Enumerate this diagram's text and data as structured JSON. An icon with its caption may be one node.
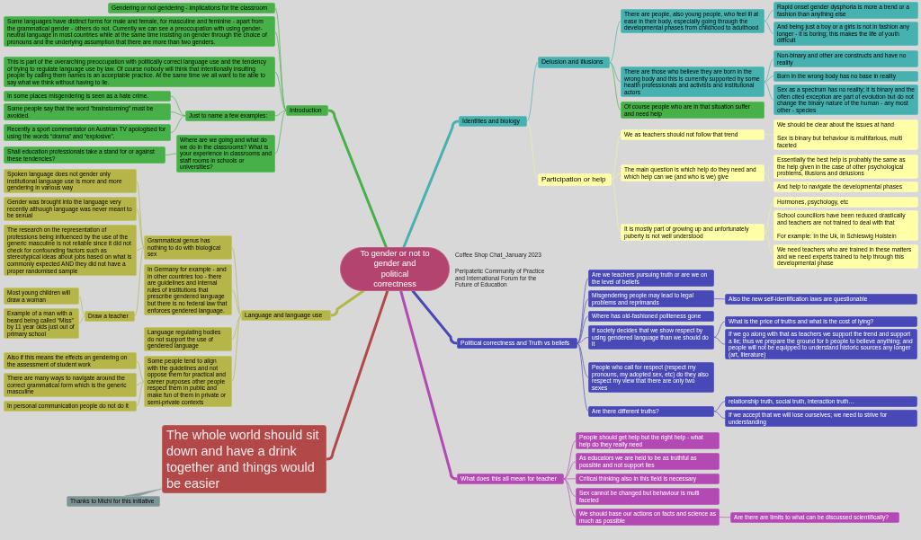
{
  "diagram": {
    "nodes": [
      {
        "text": [
          "To gender or not to gender and political correctness"
        ]
      },
      {
        "text": [
          "Introduction"
        ]
      },
      {
        "text": [
          "Gendering or not gendering - implications for the classroom"
        ]
      },
      {
        "text": [
          "Some languages have distinct forms for male and female, for masculine and feminine - apart from the grammatical gender - others do not. Currently we can see a preoccupation with using gender-neutral language in most countries while at the same time insisting on gender through the choice of pronouns and the underlying assumption that there are more than two genders."
        ]
      },
      {
        "text": [
          "This is part of the overarching preoccupation with politically correct language use and the tendency of trying to regulate language use by law. Of course nobody will think that intentionally insulting people by calling them names is an acceptable practice. At the same time we all want to be able to say what we think without having to lie."
        ]
      },
      {
        "text": [
          "Just to name a few examples:"
        ]
      },
      {
        "text": [
          "In some places misgendering is seen as a hate crime."
        ]
      },
      {
        "text": [
          "Some people say that the word “brainstorming” must be avoided."
        ]
      },
      {
        "text": [
          "Recently a sport commentator on Austrian TV apologised for using the words “drama” and “explosive”."
        ]
      },
      {
        "text": [
          "Where are we going and what do we do in the classrooms? What is your experience in classrooms and staff rooms in schools or universities?"
        ]
      },
      {
        "text": [
          "Shall education professionals take a stand for or against these tendencies?"
        ]
      },
      {
        "text": [
          "Language and language use"
        ]
      },
      {
        "text": [
          "Grammatical genus has nothing to do with biological sex"
        ]
      },
      {
        "text": [
          "Spoken language does not gender only institutional language use is more and more gendering in various way"
        ]
      },
      {
        "text": [
          "Gender was brought into the language very recently although language was never meant to be sexual"
        ]
      },
      {
        "text": [
          "The research on the representation of professions being influenced by the use of the generic masculine is not reliable since it did not check for confounding factors such as stereotypical ideas about jobs based on what is commonly expected AND they did not have a proper randomised sample"
        ]
      },
      {
        "text": [
          "Draw a teacher"
        ]
      },
      {
        "text": [
          "Most young children will draw a woman"
        ]
      },
      {
        "text": [
          "Example of a man with a beard being called “Miss” by 11 year olds just out of primary school"
        ]
      },
      {
        "text": [
          "In Germany for example - and in other countries too - there are guidelines and internal rules of institutions that prescribe gendered language but there is no federal law that enforces gendered language."
        ]
      },
      {
        "text": [
          "Language regulating bodies do not support the use of gendered language"
        ]
      },
      {
        "text": [
          "Some people tend to align with the guidelines and not oppose them for practical and career purposes other people respect them in public and make fun of them in private or semi-private contexts"
        ]
      },
      {
        "text": [
          "Also if this means the effects on gendering on the assessment of student work"
        ]
      },
      {
        "text": [
          "There are many ways to navigate around the correct grammatical form which is the generic masculine"
        ]
      },
      {
        "text": [
          "In personal communication people do not do it"
        ]
      },
      {
        "text": [
          "The whole world should sit down and have a drink together and things would be easier"
        ]
      },
      {
        "text": [
          "Thanks to Michi for this initiative"
        ]
      },
      {
        "text": [
          "Identities and biology"
        ]
      },
      {
        "text": [
          "Delusion and illusions"
        ]
      },
      {
        "text": [
          "There are people, also young people, who feel ill at ease in their body, especially going through the developmental phases from childhood to adulthood"
        ]
      },
      {
        "text": [
          "Rapid onset gender dysphoria is more a trend or a fashion than anything else"
        ]
      },
      {
        "text": [
          "And being just a boy or a girls is not in fashion any longer - it is boring; this makes the life of youth difficult"
        ]
      },
      {
        "text": [
          "There are those who believe they are born in the wrong body and this is currently supported by some health professionals and activists and institutional actors"
        ]
      },
      {
        "text": [
          "Non-binary and other are constructs and have no reality"
        ]
      },
      {
        "text": [
          "Born in the wrong body has no base in reality"
        ]
      },
      {
        "text": [
          "Sex as a spectrum has no reality; it is binary and the often cited exception are part of evolution but do not change the binary nature of the human - any most other - species"
        ]
      },
      {
        "text": [
          "Of course people who are in that situation suffer and need help"
        ]
      },
      {
        "text": [
          "Participation or help"
        ]
      },
      {
        "text": [
          "We as teachers should not follow that trend"
        ]
      },
      {
        "text": [
          "We should be clear about the issues at hand",
          "Sex is binary but behaviour is multifarious, multi faceted"
        ]
      },
      {
        "text": [
          "The main question is which help do they need and which help can we (and who is we) give"
        ]
      },
      {
        "text": [
          "Essentially the best help is probably the same as the help given in the case of other psychological problems, illusions and delusions"
        ]
      },
      {
        "text": [
          "And help to navigate the developmental phases"
        ]
      },
      {
        "text": [
          "It is mostly part of growing up and unfortunately puberty is not well understood"
        ]
      },
      {
        "text": [
          "Hormones, psychology, etc"
        ]
      },
      {
        "text": [
          "School councillors have been reduced drastically and teachers are not trained to deal with that",
          "For example: In the Uk, in Schleswig Holstein"
        ]
      },
      {
        "text": [
          "We need teachers who are trained in these matters and we need experts trained to help through this developmental phase"
        ]
      },
      {
        "text": [
          "Political correctness and Truth vs beliefs"
        ]
      },
      {
        "text": [
          "Are we teachers pursuing truth or are we on the level of beliefs"
        ]
      },
      {
        "text": [
          "Misgendering people may lead to legal problems and reprimands"
        ]
      },
      {
        "text": [
          "Also the new self-identification laws are questionable"
        ]
      },
      {
        "text": [
          "Where has old-fashioned politeness gone"
        ]
      },
      {
        "text": [
          "If society decides that we show respect by using gendered language than we should do it"
        ]
      },
      {
        "text": [
          "What is the price of truths and what is the cost of lying?"
        ]
      },
      {
        "text": [
          "If we go along with that as teachers we support the trend and support a lie; thus we prepare the ground for b people to believe anything; and people will not be equipped to understand historic sources any longer (art, literature)"
        ]
      },
      {
        "text": [
          "People who call for respect (respect my pronouns, my adopted sex, etc) do they also respect my view that there are only two sexes"
        ]
      },
      {
        "text": [
          "Are there different truths?"
        ]
      },
      {
        "text": [
          "relationship truth, social truth, interaction truth…"
        ]
      },
      {
        "text": [
          "If we accept that we will lose ourselves; we need to strive for understanding"
        ]
      },
      {
        "text": [
          "What does this all mean for teacher"
        ]
      },
      {
        "text": [
          "People should get help but the right help - what help do they really need"
        ]
      },
      {
        "text": [
          "As educators we are held to be as truthful as possible and not support lies"
        ]
      },
      {
        "text": [
          "Critical thinking also in this field is necessary"
        ]
      },
      {
        "text": [
          "Sex cannot be changed but behaviour is multi faceted"
        ]
      },
      {
        "text": [
          "We should base our actions on facts and science as much as possible"
        ]
      },
      {
        "text": [
          "Are there are limits to what can be discussed scientifically?"
        ]
      }
    ],
    "edges": [
      {
        "from": 0,
        "to": 1,
        "arrow": "none",
        "style": "thick",
        "color": "#48b048"
      },
      {
        "from": 1,
        "to": 2,
        "arrow": "none",
        "color": "#48b048"
      },
      {
        "from": 1,
        "to": 3,
        "arrow": "none",
        "color": "#48b048"
      },
      {
        "from": 1,
        "to": 4,
        "arrow": "none",
        "color": "#48b048"
      },
      {
        "from": 1,
        "to": 5,
        "arrow": "none",
        "color": "#48b048"
      },
      {
        "from": 5,
        "to": 6,
        "arrow": "none",
        "color": "#48b048"
      },
      {
        "from": 5,
        "to": 7,
        "arrow": "none",
        "color": "#48b048"
      },
      {
        "from": 5,
        "to": 8,
        "arrow": "none",
        "color": "#48b048"
      },
      {
        "from": 1,
        "to": 9,
        "arrow": "none",
        "color": "#48b048"
      },
      {
        "from": 9,
        "to": 10,
        "arrow": "none",
        "color": "#48b048"
      },
      {
        "from": 0,
        "to": 11,
        "arrow": "none",
        "style": "thick",
        "color": "#b5b54a"
      },
      {
        "from": 11,
        "to": 12,
        "arrow": "none",
        "color": "#b5b54a"
      },
      {
        "from": 12,
        "to": 13,
        "arrow": "none",
        "color": "#b5b54a"
      },
      {
        "from": 12,
        "to": 14,
        "arrow": "none",
        "color": "#b5b54a"
      },
      {
        "from": 12,
        "to": 15,
        "arrow": "none",
        "color": "#b5b54a"
      },
      {
        "from": 12,
        "to": 16,
        "arrow": "none",
        "color": "#b5b54a"
      },
      {
        "from": 16,
        "to": 17,
        "arrow": "none",
        "color": "#b5b54a"
      },
      {
        "from": 16,
        "to": 18,
        "arrow": "none",
        "color": "#b5b54a"
      },
      {
        "from": 11,
        "to": 19,
        "arrow": "none",
        "color": "#b5b54a"
      },
      {
        "from": 11,
        "to": 20,
        "arrow": "none",
        "color": "#b5b54a"
      },
      {
        "from": 11,
        "to": 21,
        "arrow": "none",
        "color": "#b5b54a"
      },
      {
        "from": 21,
        "to": 22,
        "arrow": "none",
        "color": "#b5b54a"
      },
      {
        "from": 21,
        "to": 23,
        "arrow": "none",
        "color": "#b5b54a"
      },
      {
        "from": 21,
        "to": 24,
        "arrow": "none",
        "color": "#b5b54a"
      },
      {
        "from": 0,
        "to": 25,
        "arrow": "none",
        "style": "thick",
        "color": "#b24848"
      },
      {
        "from": 25,
        "to": 26,
        "arrow": "none",
        "color": "#8a9c9c"
      },
      {
        "from": 0,
        "to": 27,
        "arrow": "none",
        "style": "thick",
        "color": "#47b1b0"
      },
      {
        "from": 27,
        "to": 28,
        "arrow": "none",
        "color": "#47b1b0"
      },
      {
        "from": 28,
        "to": 29,
        "arrow": "none",
        "color": "#47b1b0"
      },
      {
        "from": 29,
        "to": 30,
        "arrow": "none",
        "color": "#47b1b0"
      },
      {
        "from": 29,
        "to": 31,
        "arrow": "none",
        "color": "#47b1b0"
      },
      {
        "from": 28,
        "to": 32,
        "arrow": "none",
        "color": "#47b1b0"
      },
      {
        "from": 32,
        "to": 33,
        "arrow": "none",
        "color": "#47b1b0"
      },
      {
        "from": 32,
        "to": 34,
        "arrow": "none",
        "color": "#47b1b0"
      },
      {
        "from": 32,
        "to": 35,
        "arrow": "none",
        "color": "#47b1b0"
      },
      {
        "from": 28,
        "to": 36,
        "arrow": "none",
        "color": "#48b048"
      },
      {
        "from": 27,
        "to": 37,
        "arrow": "none",
        "color": "#f2f2a0"
      },
      {
        "from": 37,
        "to": 38,
        "arrow": "none",
        "color": "#f2f2a0"
      },
      {
        "from": 38,
        "to": 39,
        "arrow": "none",
        "color": "#f2f2a0"
      },
      {
        "from": 37,
        "to": 40,
        "arrow": "none",
        "color": "#f2f2a0"
      },
      {
        "from": 40,
        "to": 41,
        "arrow": "none",
        "color": "#f2f2a0"
      },
      {
        "from": 40,
        "to": 42,
        "arrow": "none",
        "color": "#f2f2a0"
      },
      {
        "from": 37,
        "to": 43,
        "arrow": "none",
        "color": "#f2f2a0"
      },
      {
        "from": 43,
        "to": 44,
        "arrow": "none",
        "color": "#f2f2a0"
      },
      {
        "from": 43,
        "to": 45,
        "arrow": "none",
        "color": "#f2f2a0"
      },
      {
        "from": 43,
        "to": 46,
        "arrow": "none",
        "color": "#f2f2a0"
      },
      {
        "from": 0,
        "to": 47,
        "arrow": "none",
        "style": "thick",
        "color": "#4848b6"
      },
      {
        "from": 47,
        "to": 48,
        "arrow": "none",
        "color": "#4848b6"
      },
      {
        "from": 47,
        "to": 49,
        "arrow": "none",
        "color": "#4848b6"
      },
      {
        "from": 49,
        "to": 50,
        "arrow": "none",
        "color": "#4848b6"
      },
      {
        "from": 47,
        "to": 51,
        "arrow": "none",
        "color": "#4848b6"
      },
      {
        "from": 47,
        "to": 52,
        "arrow": "none",
        "color": "#4848b6"
      },
      {
        "from": 52,
        "to": 53,
        "arrow": "none",
        "color": "#4848b6"
      },
      {
        "from": 52,
        "to": 54,
        "arrow": "none",
        "color": "#4848b6"
      },
      {
        "from": 47,
        "to": 55,
        "arrow": "none",
        "color": "#4848b6"
      },
      {
        "from": 47,
        "to": 56,
        "arrow": "none",
        "color": "#4848b6"
      },
      {
        "from": 56,
        "to": 57,
        "arrow": "none",
        "color": "#4848b6"
      },
      {
        "from": 56,
        "to": 58,
        "arrow": "none",
        "color": "#4848b6"
      },
      {
        "from": 0,
        "to": 59,
        "arrow": "none",
        "style": "thick",
        "color": "#b34ab3"
      },
      {
        "from": 59,
        "to": 60,
        "arrow": "none",
        "color": "#b34ab3"
      },
      {
        "from": 59,
        "to": 61,
        "arrow": "none",
        "color": "#b34ab3"
      },
      {
        "from": 59,
        "to": 62,
        "arrow": "none",
        "color": "#b34ab3"
      },
      {
        "from": 59,
        "to": 63,
        "arrow": "none",
        "color": "#b34ab3"
      },
      {
        "from": 59,
        "to": 64,
        "arrow": "none",
        "color": "#b34ab3"
      },
      {
        "from": 64,
        "to": 65,
        "arrow": "none",
        "color": "#b34ab3"
      }
    ],
    "labels": [
      "Coffee Shop Chat_January 2023",
      "Peripatetic Community of Practice and International Forum for the Future of Education"
    ]
  }
}
